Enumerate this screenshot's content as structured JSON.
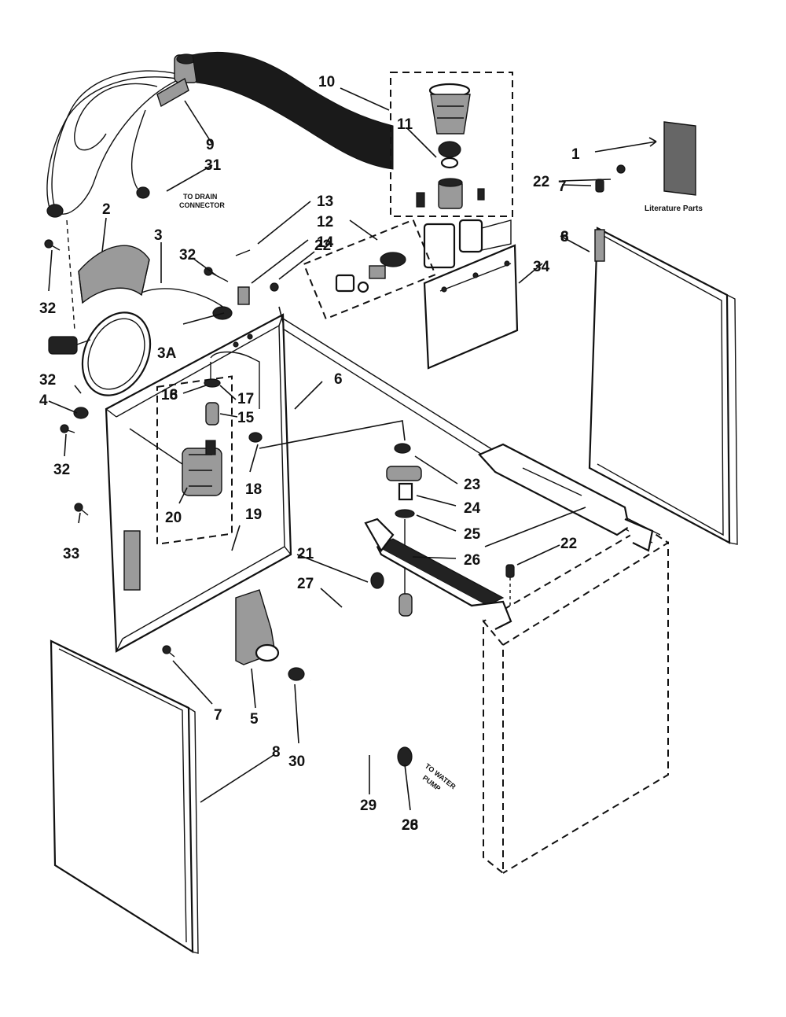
{
  "labels": {
    "l1": "1",
    "l2": "2",
    "l3": "3",
    "l3a": "3A",
    "l4": "4",
    "l5": "5",
    "l6a": "6",
    "l6b": "6",
    "l7a": "7",
    "l7b": "7",
    "l8a": "8",
    "l8b": "8",
    "l9": "9",
    "l10": "10",
    "l11": "11",
    "l12": "12",
    "l13": "13",
    "l14": "14",
    "l15": "15",
    "l16": "16",
    "l17": "17",
    "l18a": "18",
    "l18b": "18",
    "l19": "19",
    "l20": "20",
    "l21": "21",
    "l22a": "22",
    "l22b": "22",
    "l22c": "22",
    "l23": "23",
    "l24": "24",
    "l25": "25",
    "l26a": "26",
    "l26b": "26",
    "l27": "27",
    "l28": "28",
    "l29": "29",
    "l30": "30",
    "l31": "31",
    "l32a": "32",
    "l32b": "32",
    "l32c": "32",
    "l32d": "32",
    "l33": "33",
    "l34": "34"
  },
  "notes": {
    "drain_line1": "TO DRAIN",
    "drain_line2": "CONNECTOR",
    "pump_line1": "TO WATER",
    "pump_line2": "PUMP",
    "literature": "Literature Parts"
  }
}
